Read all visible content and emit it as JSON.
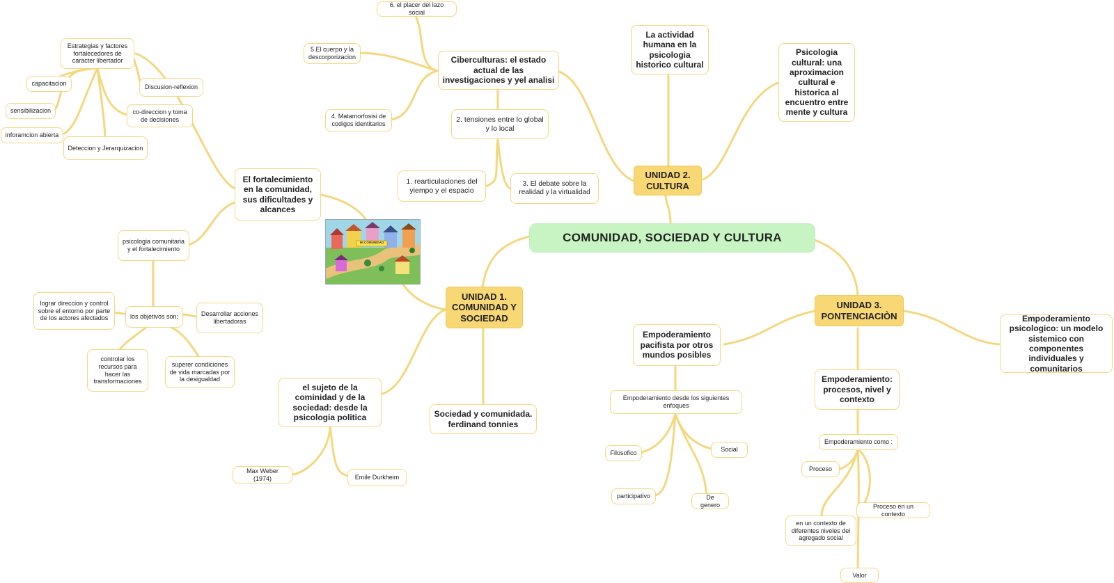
{
  "root": "COMUNIDAD, SOCIEDAD Y CULTURA",
  "unidad1": {
    "title": "UNIDAD 1. COMUNIDAD Y SOCIEDAD",
    "fortalecimiento": "El fortalecimiento en la comunidad, sus dificultades y alcances",
    "estrategias": "Estrategias y factores fortalecedores de caracter libertador",
    "capacitacion": "capacitacion",
    "sensibilizacion": "sensibilizacion",
    "informacion": "inforamcion abierta",
    "deteccion": "Deteccion y Jerarquizacion",
    "codireccion": "co-direccion y toma de decisiones",
    "discusion": "Discusion-reflexion",
    "psicologia_comunitaria": "psicologia comunitaria y el fortalecimiento",
    "objetivos": "los objetivos son:",
    "lograr": "lograr direccion y control sobre el entorno por parte de los actores afectados",
    "desarrollar": "Desarrollar acciones libertadoras",
    "controlar": "controlar los recursos para hacer las transformaciones",
    "superer": "superer condiciones de vida marcadas por la desigualdad",
    "sujeto": "el sujeto de la cominidad y de la sociedad: desde la psicologia politica",
    "weber": "Max Weber (1974)",
    "durkheim": "Emile Durkheim",
    "tonnies": "Sociedad y comunidada. ferdinand tonnies",
    "image_label": "MI COMUNIDAD"
  },
  "unidad2": {
    "title": "UNIDAD 2. CULTURA",
    "actividad": "La actividad humana en la psicologia historico cultural",
    "psicologia_cultural": "Psicologia cultural: una aproximacion cultural e historica al encuentro entre mente y cultura",
    "ciberculturas": "Ciberculturas: el estado actual de las investigaciones y yel analisi",
    "placer": "6. el placer del lazo social",
    "cuerpo": "5.El cuerpo y la descorporizacion",
    "metamorfosis": "4. Matamorfosisi de codigos identitarios",
    "tensiones": "2. tensiones entre lo global y lo local",
    "rearticulaciones": "1. rearticulaciones del yiempo y el espacio",
    "debate": "3. El debate sobre la realidad y la virtualidad"
  },
  "unidad3": {
    "title": "UNIDAD 3. PONTENCIACIÒN",
    "pacifista": "Empoderamiento pacifista por otros mundos posibles",
    "enfoques": "Empoderamiento desde los siguientes enfoques",
    "filosofico": "Filosofico",
    "social": "Social",
    "participativo": "participativo",
    "genero": "De genero",
    "psicologico": "Empoderamiento psicologico: un modelo sistemico con componentes individuales y comunitarios",
    "procesos": "Empoderamiento: procesos, nivel y contexto",
    "como": "Empoderamiento como :",
    "proceso": "Proceso",
    "proceso_contexto": "Proceso en un contexto",
    "contexto_niveles": "en un contexto de diferentes niveles del agregado social",
    "valor": "Valor"
  },
  "colors": {
    "root_fill": "#c8f4c3",
    "unit_fill": "#f8d775",
    "link": "#f4d77f",
    "node_border": "#f4d77f"
  }
}
